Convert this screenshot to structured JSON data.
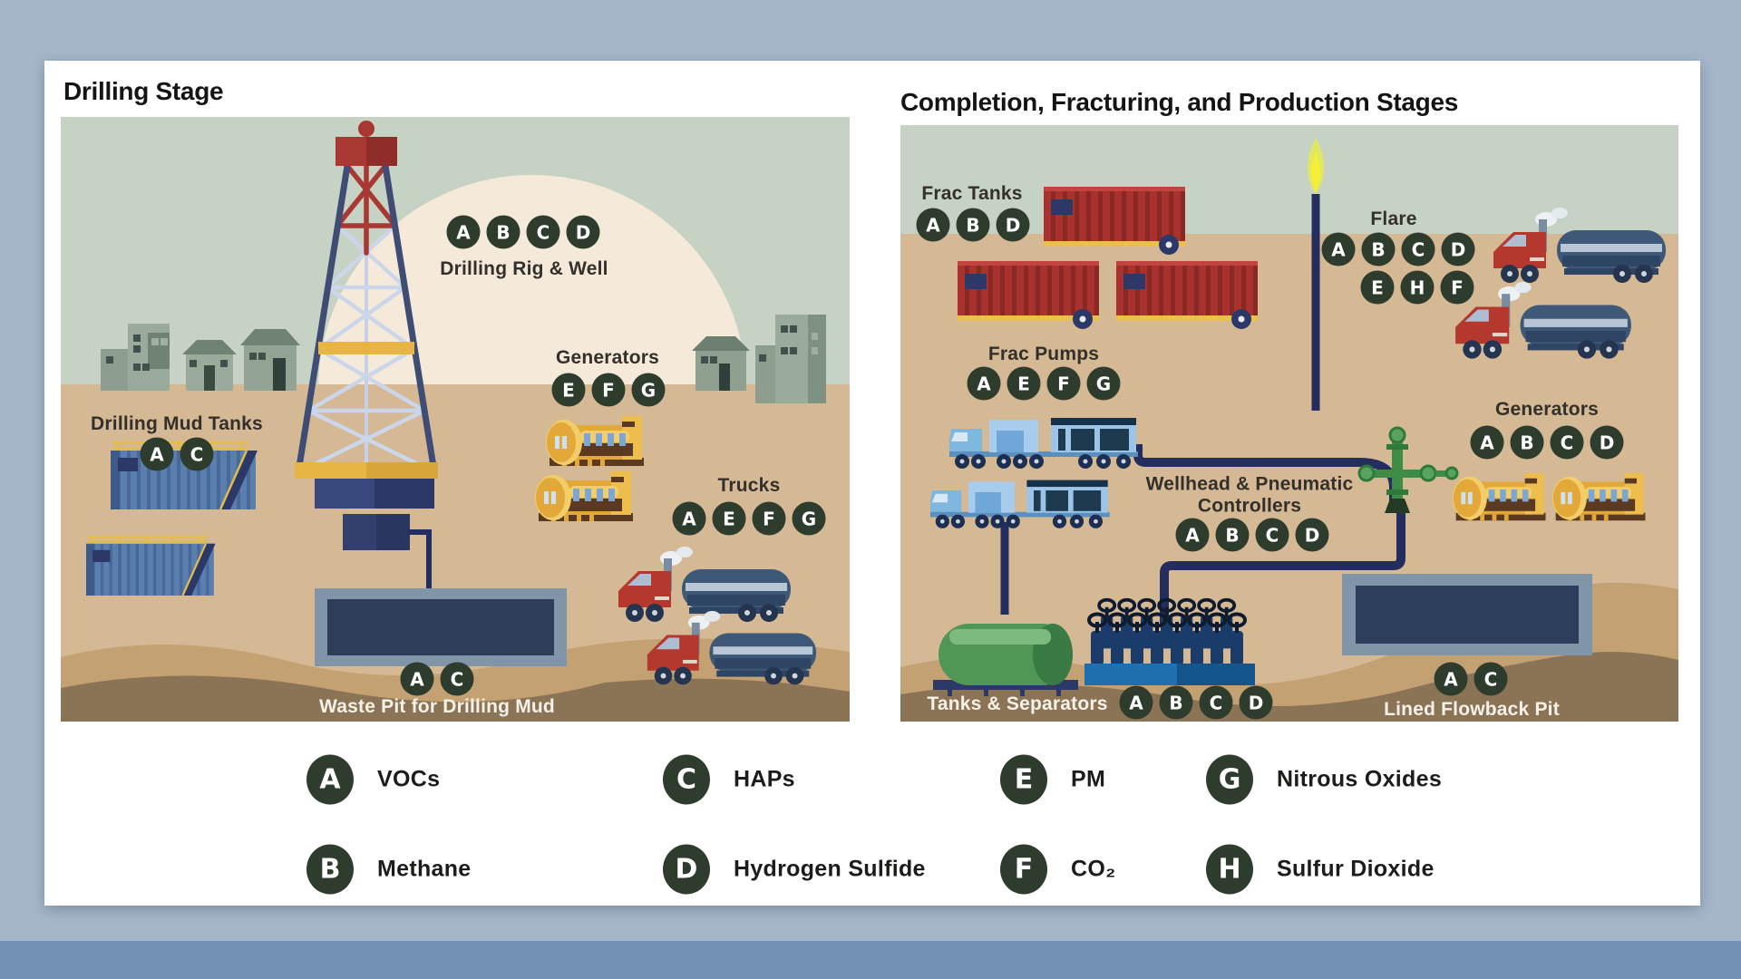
{
  "palette": {
    "page_background": "#a6b6ca",
    "footer_strip": "#7492b6",
    "card_background": "#ffffff",
    "badge_green": "#2e3c2e",
    "sky_green": "#c6d3c4",
    "hill_cream": "#f5ead9",
    "ground_tan": "#d5b894",
    "ground_dark_brown": "#8b7355",
    "pipe_navy": "#232d5e",
    "equipment_red": "#a9322e",
    "equipment_yellow": "#e2a93a",
    "flame_yellow": "#f6ef3a"
  },
  "left_panel": {
    "title": "Drilling Stage",
    "items": [
      {
        "label": "Drilling Rig & Well",
        "badges": [
          "A",
          "B",
          "C",
          "D"
        ]
      },
      {
        "label": "Generators",
        "badges": [
          "E",
          "F",
          "G"
        ]
      },
      {
        "label": "Drilling Mud Tanks",
        "badges": [
          "A",
          "C"
        ]
      },
      {
        "label": "Trucks",
        "badges": [
          "A",
          "E",
          "F",
          "G"
        ]
      },
      {
        "label": "Waste Pit for Drilling Mud",
        "badges": [
          "A",
          "C"
        ]
      }
    ]
  },
  "right_panel": {
    "title": "Completion, Fracturing, and Production Stages",
    "items": [
      {
        "label": "Frac Tanks",
        "badges": [
          "A",
          "B",
          "D"
        ]
      },
      {
        "label": "Flare",
        "badges": [
          "A",
          "B",
          "C",
          "D"
        ],
        "badges_row2": [
          "E",
          "H",
          "F"
        ]
      },
      {
        "label": "Frac Pumps",
        "badges": [
          "A",
          "E",
          "F",
          "G"
        ]
      },
      {
        "label": "Wellhead & Pneumatic Controllers",
        "badges": [
          "A",
          "B",
          "C",
          "D"
        ]
      },
      {
        "label": "Generators",
        "badges": [
          "A",
          "B",
          "C",
          "D"
        ]
      },
      {
        "label": "Tanks & Separators",
        "badges": [
          "A",
          "B",
          "C",
          "D"
        ]
      },
      {
        "label": "Lined Flowback Pit",
        "badges": [
          "A",
          "C"
        ]
      }
    ]
  },
  "legend": {
    "entries": [
      {
        "key": "A",
        "label": "VOCs"
      },
      {
        "key": "B",
        "label": "Methane"
      },
      {
        "key": "C",
        "label": "HAPs"
      },
      {
        "key": "D",
        "label": "Hydrogen Sulfide"
      },
      {
        "key": "E",
        "label": "PM"
      },
      {
        "key": "F",
        "label": "CO₂"
      },
      {
        "key": "G",
        "label": "Nitrous Oxides"
      },
      {
        "key": "H",
        "label": "Sulfur Dioxide"
      }
    ]
  }
}
